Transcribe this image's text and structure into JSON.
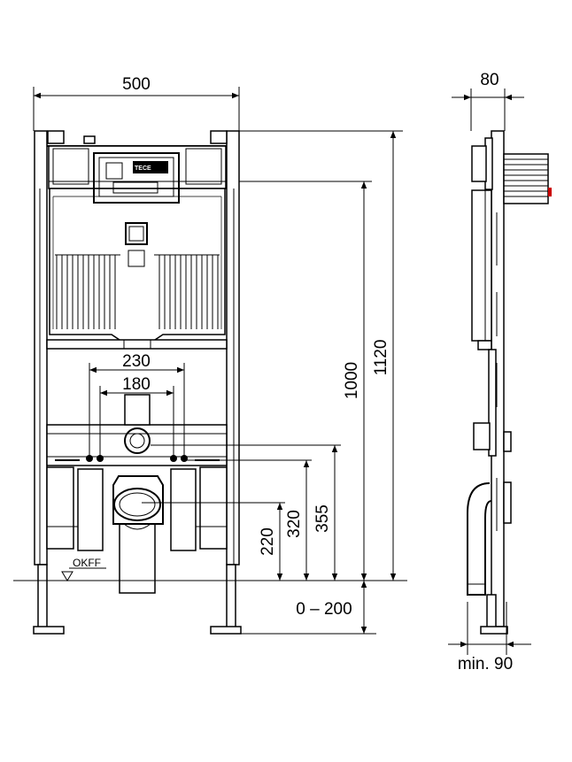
{
  "front_view": {
    "width_label": "500",
    "outer_spacing_label": "230",
    "inner_spacing_label": "180",
    "floor_label": "OKFF",
    "logo_text": "TECE",
    "heights": {
      "h220": "220",
      "h320": "320",
      "h355": "355",
      "h1000": "1000",
      "h1120": "1120",
      "h0_200": "0 – 200"
    }
  },
  "side_view": {
    "depth_label": "80",
    "min_depth_label": "min. 90"
  }
}
